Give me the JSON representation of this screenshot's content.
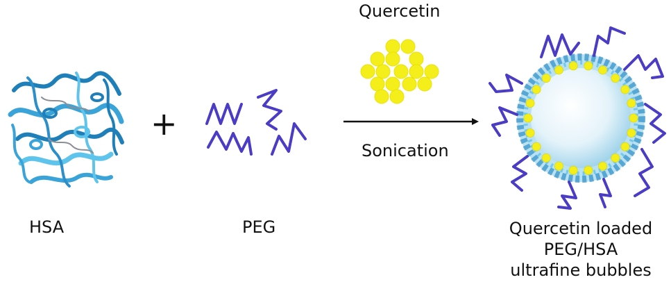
{
  "labels": {
    "hsa": "HSA",
    "plus": "+",
    "peg": "PEG",
    "quercetin": "Quercetin",
    "sonication": "Sonication",
    "product_line1": "Quercetin loaded",
    "product_line2": "PEG/HSA",
    "product_line3": "ultrafine bubbles"
  },
  "colors": {
    "protein_dark": "#1f7fb8",
    "protein_light": "#5fc4ec",
    "peg": "#4a3cc4",
    "quercetin": "#f4ef1b",
    "bubble_core": "#dbeef7",
    "arrow": "#111111"
  }
}
